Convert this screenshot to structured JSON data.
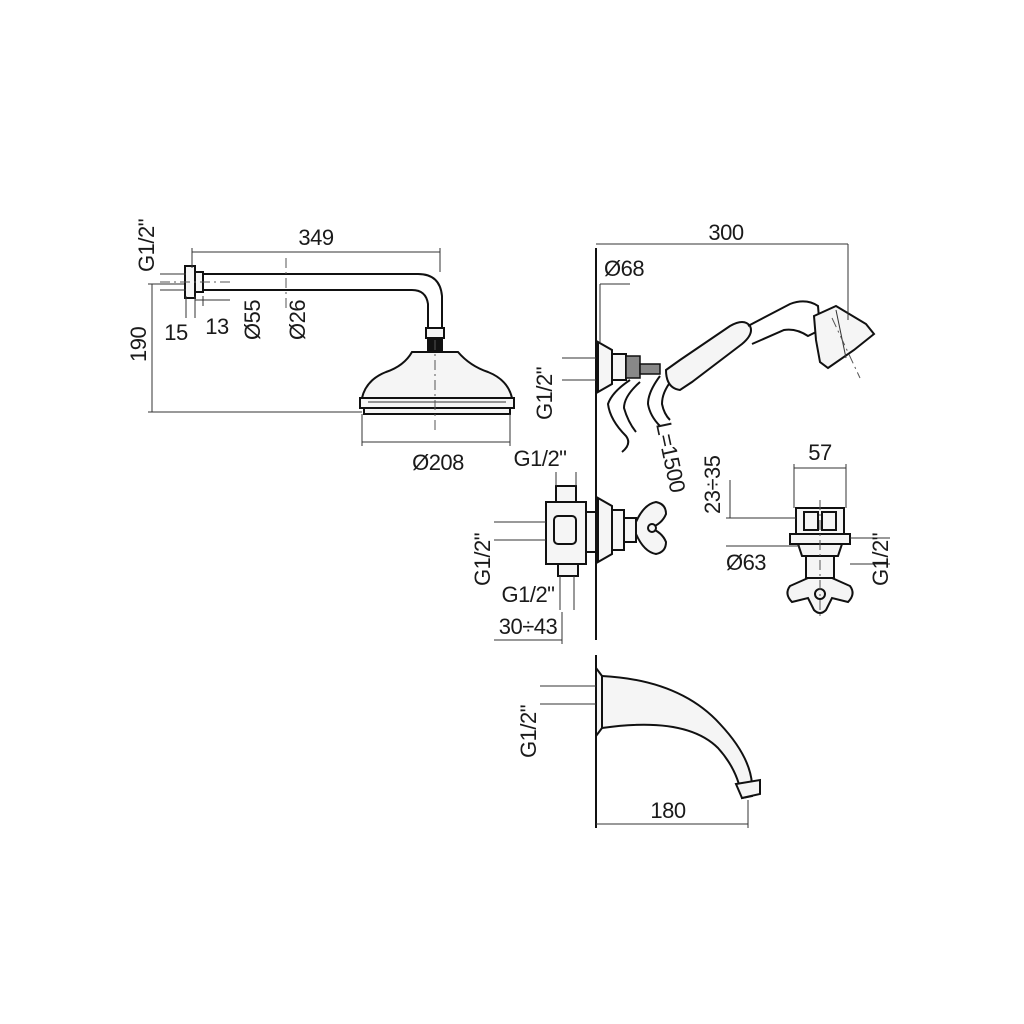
{
  "shower_head": {
    "arm_length": "349",
    "thread": "G1/2\"",
    "flange_depth_a": "15",
    "flange_depth_b": "13",
    "flange_diameter": "Ø55",
    "arm_diameter": "Ø26",
    "height": "190",
    "head_diameter": "Ø208"
  },
  "hand_shower": {
    "overall_length": "300",
    "outlet_diameter": "Ø68",
    "thread": "G1/2\"",
    "hose_length": "L=1500"
  },
  "valve": {
    "top_thread": "G1/2\"",
    "side_thread": "G1/2\"",
    "bottom_thread": "G1/2\"",
    "depth_range": "30÷43"
  },
  "valve_side": {
    "width": "57",
    "depth_range": "23÷35",
    "rosette_diameter": "Ø63",
    "thread": "G1/2\""
  },
  "spout": {
    "thread": "G1/2\"",
    "projection": "180"
  }
}
